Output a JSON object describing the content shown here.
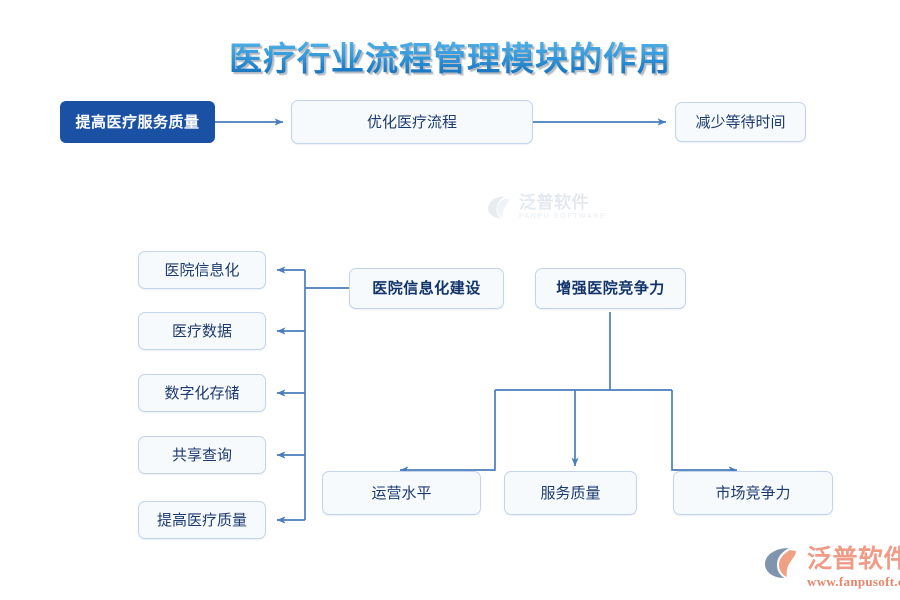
{
  "page": {
    "title": "医疗行业流程管理模块的作用",
    "background": "#ffffff",
    "accent_blue": "#1b51a5",
    "line_blue": "#4a7ebb",
    "box_border": "#c4d4ea",
    "box_fill": "#f7fafd",
    "brand_orange": "#ef9b86"
  },
  "flow": {
    "top_row": [
      {
        "label": "提高医疗服务质量",
        "style": "primary"
      },
      {
        "label": "优化医疗流程",
        "style": "light"
      },
      {
        "label": "减少等待时间",
        "style": "light"
      }
    ],
    "mid_row": [
      {
        "label": "医院信息化建设",
        "style": "light-bold"
      },
      {
        "label": "增强医院竞争力",
        "style": "light-bold"
      }
    ],
    "left_column": [
      {
        "label": "医院信息化"
      },
      {
        "label": "医疗数据"
      },
      {
        "label": "数字化存储"
      },
      {
        "label": "共享查询"
      },
      {
        "label": "提高医疗质量"
      }
    ],
    "bottom_row": [
      {
        "label": "运营水平"
      },
      {
        "label": "服务质量"
      },
      {
        "label": "市场竞争力"
      }
    ]
  },
  "watermark": {
    "cn": "泛普软件",
    "en": "FANPU SOFTWARE"
  },
  "brand": {
    "cn": "泛普软件",
    "url": "www.fanpusoft.com"
  }
}
